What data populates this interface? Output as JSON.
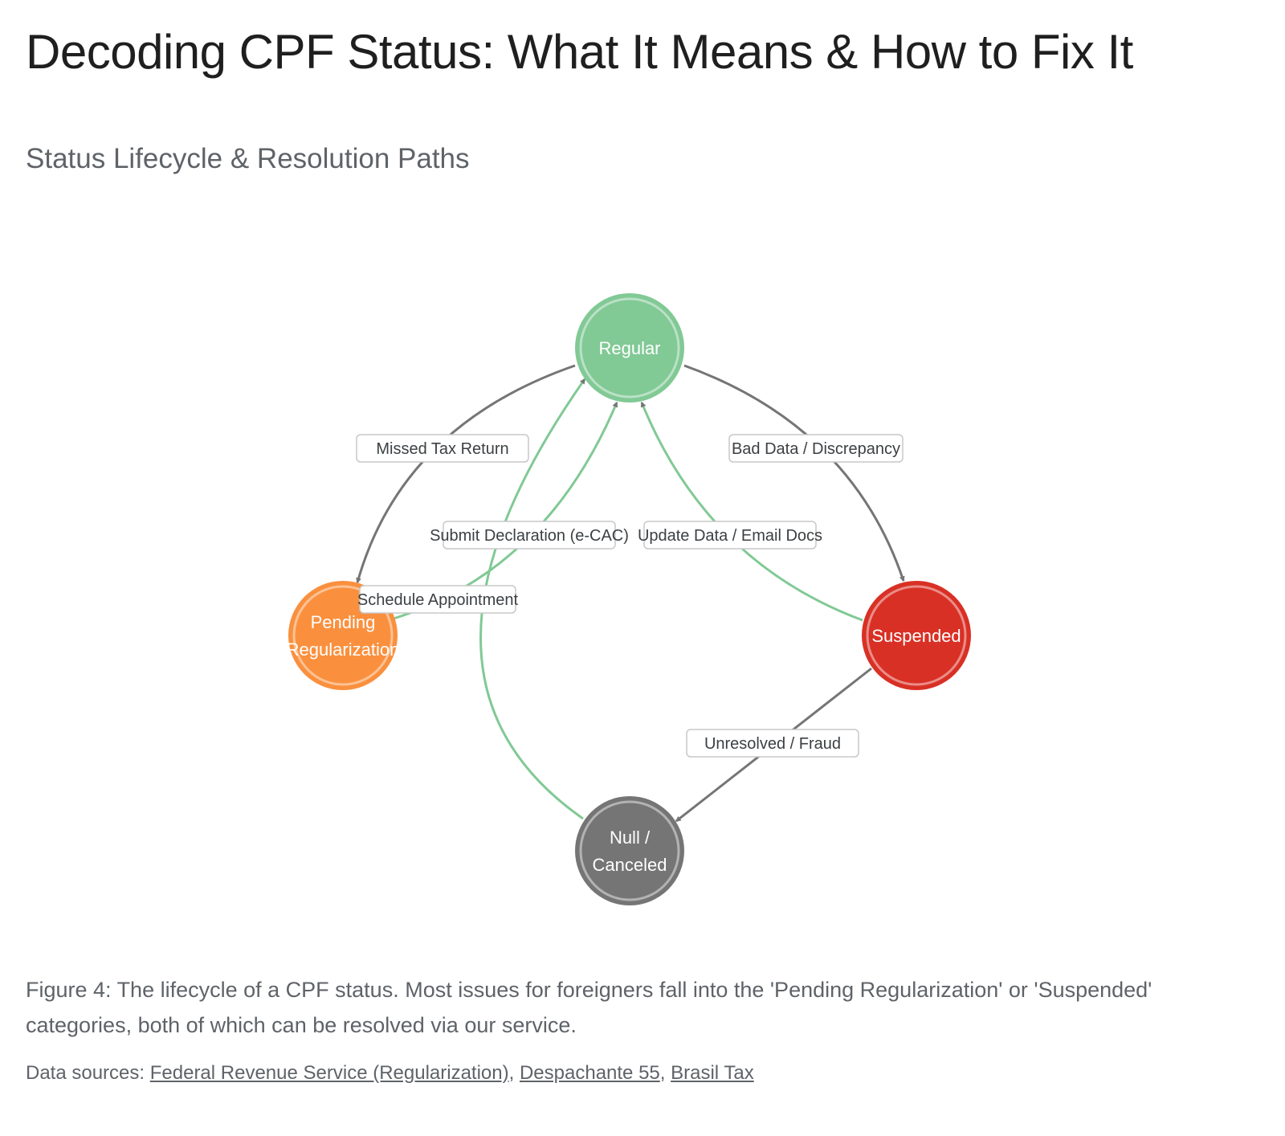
{
  "header": {
    "title": "Decoding CPF Status: What It Means & How to Fix It",
    "subtitle": "Status Lifecycle & Resolution Paths"
  },
  "diagram": {
    "nodes": [
      {
        "id": "regular",
        "label_lines": [
          "Regular"
        ],
        "color": "#81c995"
      },
      {
        "id": "pending",
        "label_lines": [
          "Pending",
          "Regularization"
        ],
        "color": "#fa903e"
      },
      {
        "id": "suspended",
        "label_lines": [
          "Suspended"
        ],
        "color": "#d93025"
      },
      {
        "id": "null",
        "label_lines": [
          "Null /",
          "Canceled"
        ],
        "color": "#757575"
      }
    ],
    "edges": [
      {
        "from": "regular",
        "to": "pending",
        "label": "Missed Tax Return",
        "kind": "problem"
      },
      {
        "from": "regular",
        "to": "suspended",
        "label": "Bad Data / Discrepancy",
        "kind": "problem"
      },
      {
        "from": "suspended",
        "to": "null",
        "label": "Unresolved / Fraud",
        "kind": "problem"
      },
      {
        "from": "pending",
        "to": "regular",
        "label": "Submit Declaration (e-CAC)",
        "kind": "resolution"
      },
      {
        "from": "suspended",
        "to": "regular",
        "label": "Update Data / Email Docs",
        "kind": "resolution"
      },
      {
        "from": "null",
        "to": "regular",
        "label": "Schedule Appointment",
        "kind": "resolution"
      }
    ],
    "colors": {
      "problem_edge": "#757575",
      "resolution_edge": "#81c995"
    }
  },
  "caption": "Figure 4: The lifecycle of a CPF status. Most issues for foreigners fall into the 'Pending Regularization' or 'Suspended' categories, both of which can be resolved via our service.",
  "sources": {
    "prefix": "Data sources: ",
    "separator": ", ",
    "links": [
      "Federal Revenue Service (Regularization)",
      "Despachante 55",
      "Brasil Tax"
    ]
  }
}
